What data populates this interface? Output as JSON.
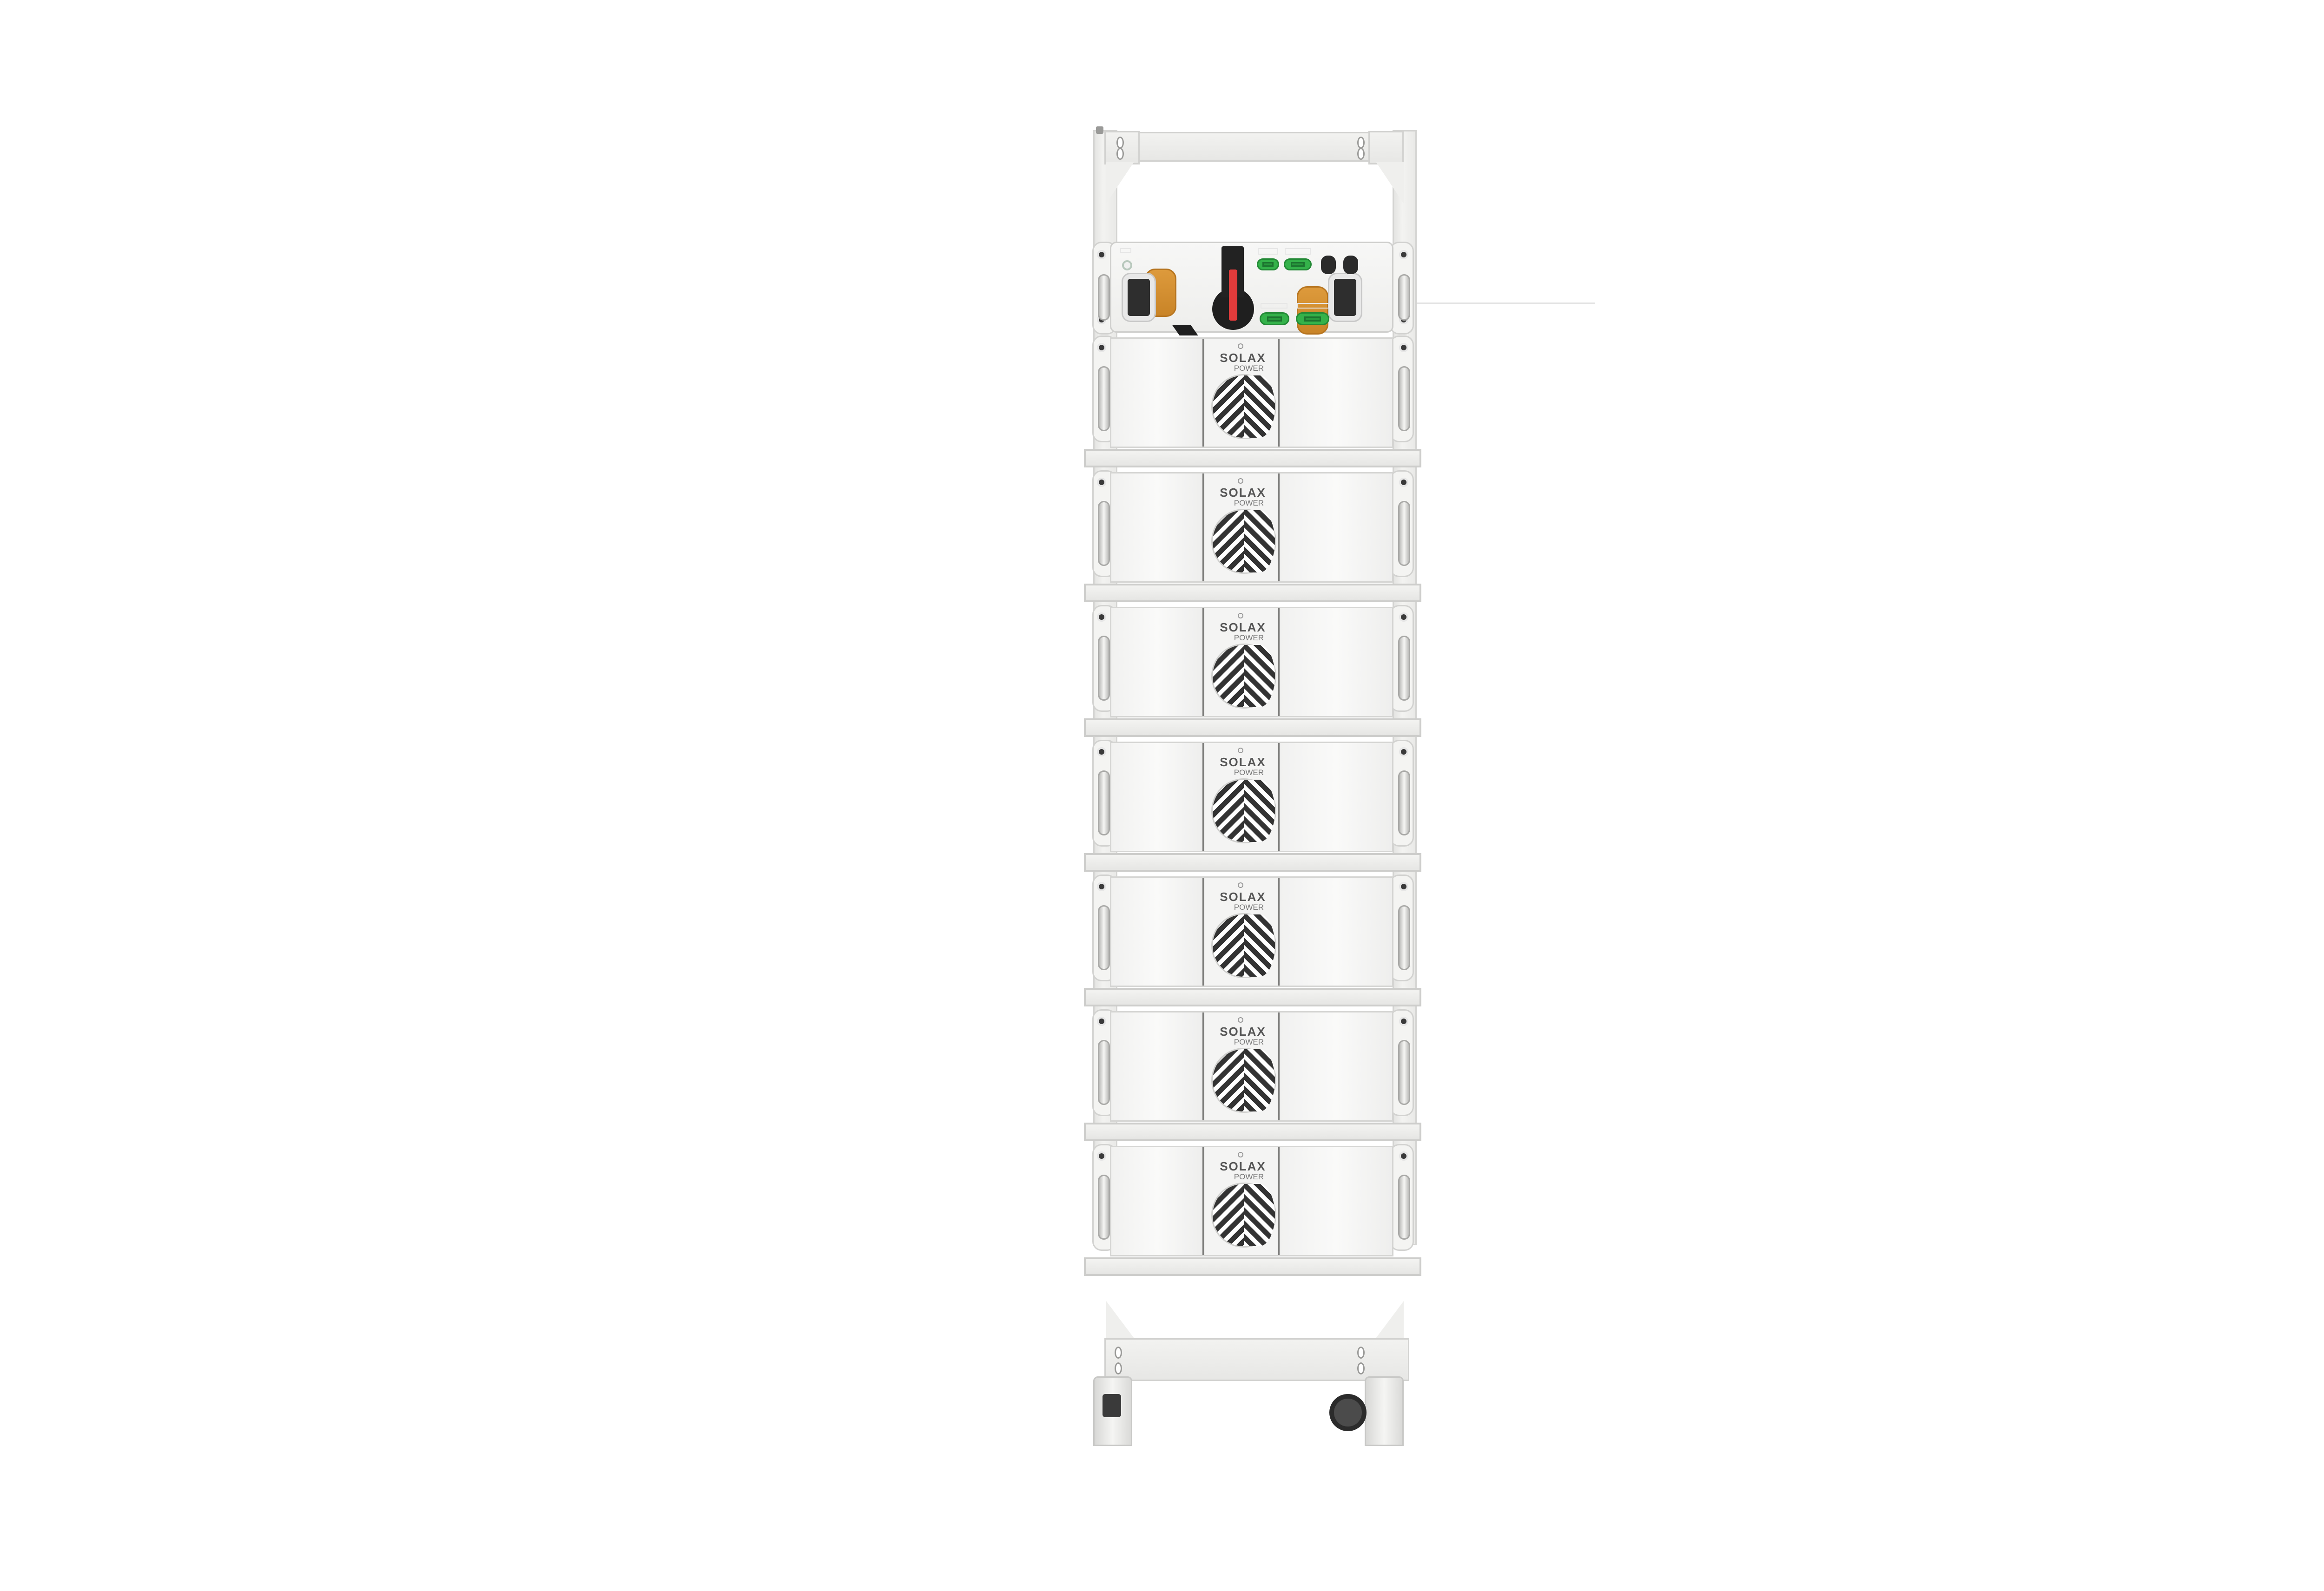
{
  "scene": {
    "subject": "Battery storage rack with control box and stacked battery modules on casters",
    "background_color": "#ffffff"
  },
  "control_box": {
    "indicator_label": "",
    "power_button_label": "",
    "connector_labels": [
      "",
      "",
      "",
      ""
    ],
    "isolator_handle_color": "#e23b3b",
    "orange_cover_color": "#d48f31",
    "green_connector_color": "#34b24a"
  },
  "modules": [
    {
      "brand": "SOLAX",
      "sub": "POWER"
    },
    {
      "brand": "SOLAX",
      "sub": "POWER"
    },
    {
      "brand": "SOLAX",
      "sub": "POWER"
    },
    {
      "brand": "SOLAX",
      "sub": "POWER"
    },
    {
      "brand": "SOLAX",
      "sub": "POWER"
    },
    {
      "brand": "SOLAX",
      "sub": "POWER"
    },
    {
      "brand": "SOLAX",
      "sub": "POWER"
    }
  ],
  "module_count": 7
}
